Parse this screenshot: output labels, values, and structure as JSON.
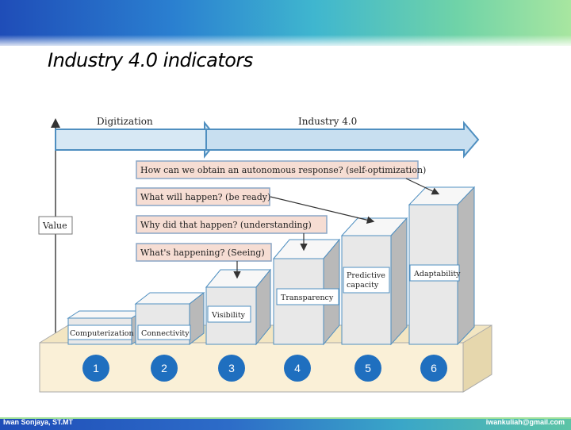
{
  "slide": {
    "title": "Industry 4.0 indicators",
    "footer_author": "Iwan Sonjaya, ST.MT",
    "footer_email": "iwankuliah@gmail.com"
  },
  "diagram": {
    "arrows": {
      "digitization": "Digitization",
      "industry40": "Industry 4.0"
    },
    "axis_label": "Value",
    "questions": [
      "How can we obtain an autonomous response? (self-optimization)",
      "What will happen? (be ready)",
      "Why did that happen? (understanding)",
      "What's happening? (Seeing)"
    ],
    "stages": [
      {
        "number": "1",
        "label": "Computerization"
      },
      {
        "number": "2",
        "label": "Connectivity"
      },
      {
        "number": "3",
        "label": "Visibility"
      },
      {
        "number": "4",
        "label": "Transparency"
      },
      {
        "number": "5",
        "label": "Predictive capacity"
      },
      {
        "number": "6",
        "label": "Adaptability"
      }
    ],
    "colors": {
      "arrow_fill": "#d7e8f4",
      "arrow_stroke": "#4f8fc0",
      "question_fill": "#f6ddd3",
      "question_stroke": "#8aa6c6",
      "base_fill": "#faf0d7",
      "base_stroke": "#aaaaaa",
      "circle_fill": "#1f6fbf",
      "block_front": "#e8e8e8",
      "block_side": "#b9b9b9",
      "block_top": "#f7f7f7"
    }
  }
}
